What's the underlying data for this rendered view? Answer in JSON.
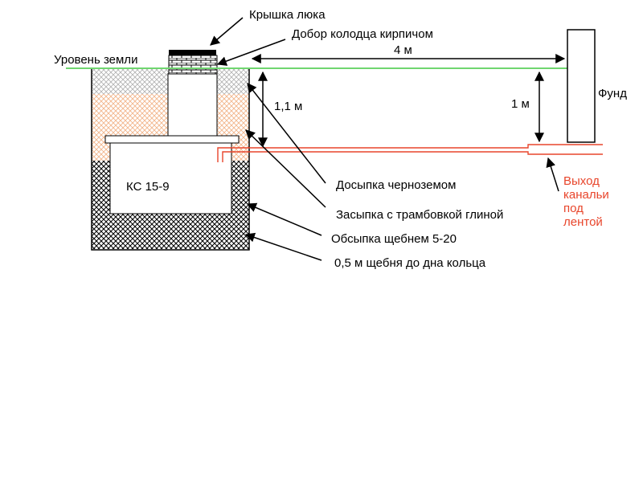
{
  "labels": {
    "manhole_cover": "Крышка люка",
    "brick_extension": "Добор колодца кирпичом",
    "ground_level": "Уровень земли",
    "distance_4m": "4 м",
    "foundation": "Фунд",
    "depth_1_1m": "1,1 м",
    "depth_1m": "1 м",
    "well_ring": "КС 15-9",
    "topsoil": "Досыпка черноземом",
    "clay_backfill": "Засыпка с трамбовкой глиной",
    "gravel_fill": "Обсыпка щебнем 5-20",
    "gravel_bottom": "0,5 м щебня до дна кольца",
    "sewer_outlet": [
      "Выход",
      "канальи",
      "под",
      "лентой"
    ]
  },
  "colors": {
    "ground_line": "#6fd66f",
    "pipe": "#e8452b",
    "clay_hatch": "#f2b58a",
    "soil_hatch": "#b0b0b0",
    "gravel_hatch": "#000000",
    "outlet_text": "#e8452b"
  }
}
